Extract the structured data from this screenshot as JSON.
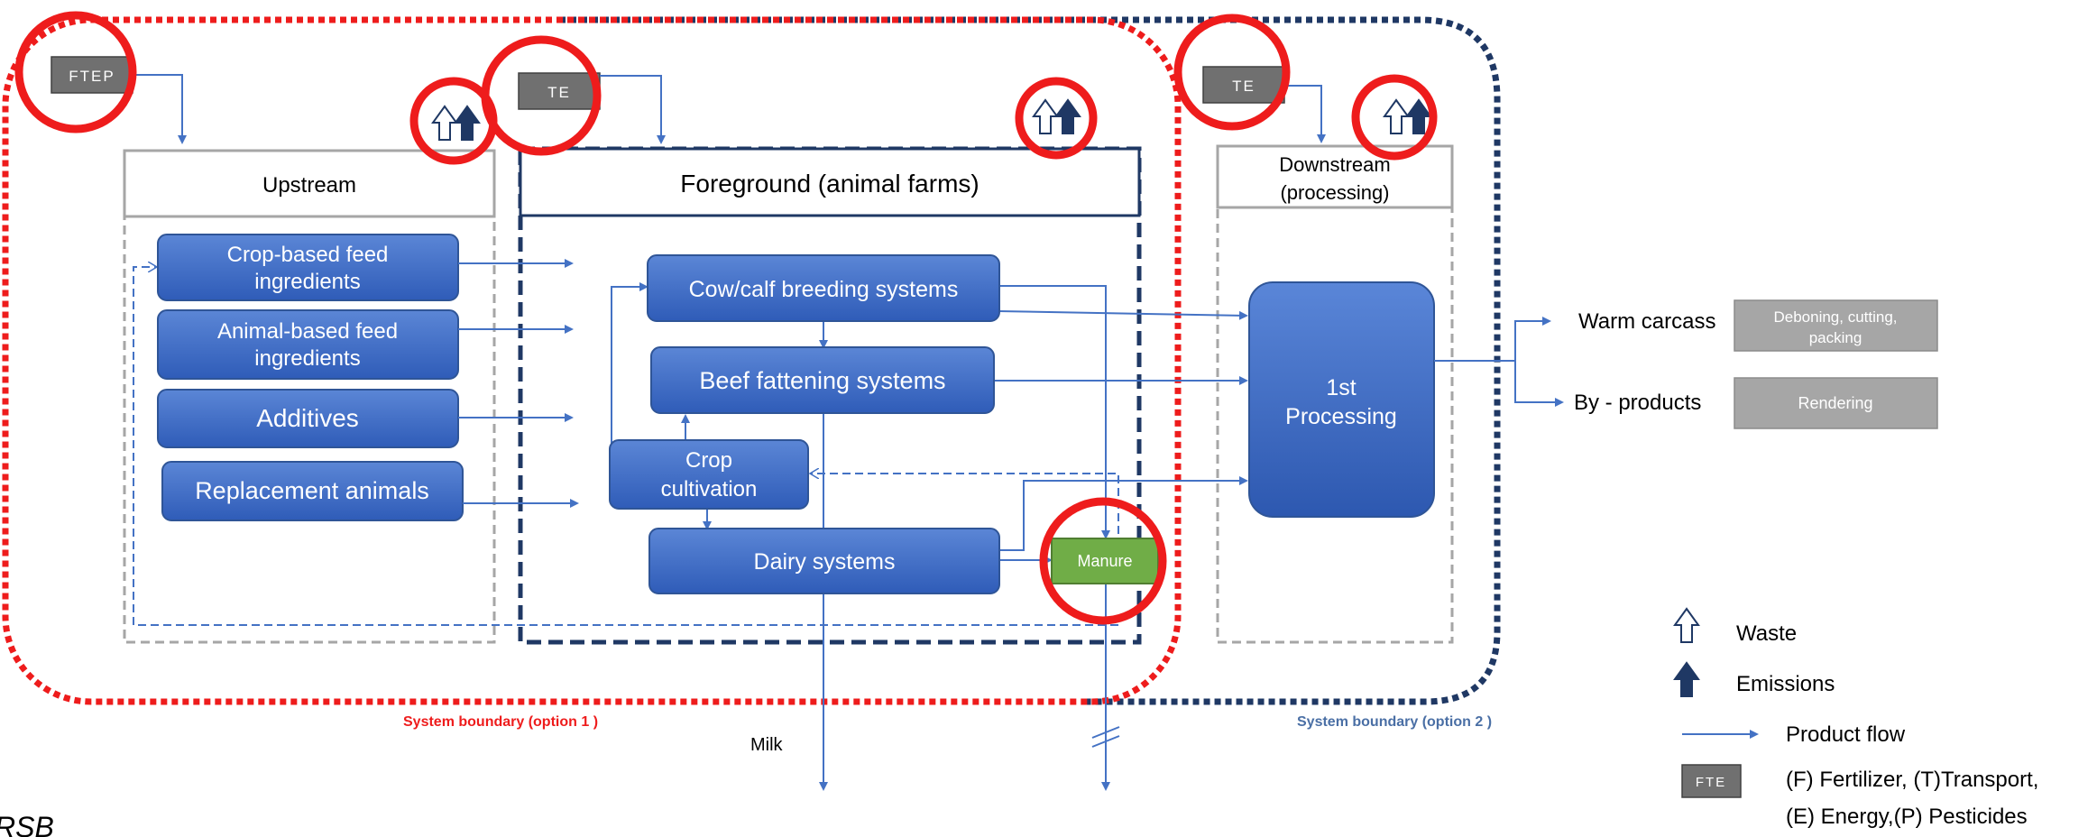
{
  "inputs": {
    "upstream": "FTEP",
    "foreground": "TE",
    "downstream": "TE"
  },
  "stages": {
    "upstream": "Upstream",
    "foreground": "Foreground (animal farms)",
    "downstream_line1": "Downstream",
    "downstream_line2": "(processing)"
  },
  "upstream_items": {
    "crop_feed_line1": "Crop-based feed",
    "crop_feed_line2": "ingredients",
    "animal_feed_line1": "Animal-based feed",
    "animal_feed_line2": "ingredients",
    "additives": "Additives",
    "replacement": "Replacement animals"
  },
  "farm_systems": {
    "cow_calf": "Cow/calf breeding systems",
    "beef": "Beef fattening systems",
    "crop_line1": "Crop",
    "crop_line2": "cultivation",
    "dairy": "Dairy systems",
    "manure": "Manure"
  },
  "processing": {
    "line1": "1st",
    "line2": "Processing"
  },
  "outputs": {
    "warm_carcass": "Warm carcass",
    "deboning_line1": "Deboning, cutting,",
    "deboning_line2": "packing",
    "by_products": "By - products",
    "rendering": "Rendering",
    "milk": "Milk"
  },
  "boundaries": {
    "option1": "System boundary (option 1 )",
    "option2": "System boundary (option 2 )"
  },
  "legend": {
    "waste": "Waste",
    "emissions": "Emissions",
    "product_flow": "Product flow",
    "fte_symbol": "FTE",
    "inputs_line1": "(F) Fertilizer, (T)Transport,",
    "inputs_line2": "(E) Energy,(P) Pesticides"
  },
  "footer": {
    "partial_text": "RSB"
  },
  "colors": {
    "box_blue": "#4472c4",
    "box_blue_dark": "#2f5597",
    "navy": "#1f3864",
    "red": "#ee1c1c",
    "manure_green": "#70ad47",
    "grey_box": "#707070",
    "light_grey_box": "#a6a6a6"
  }
}
